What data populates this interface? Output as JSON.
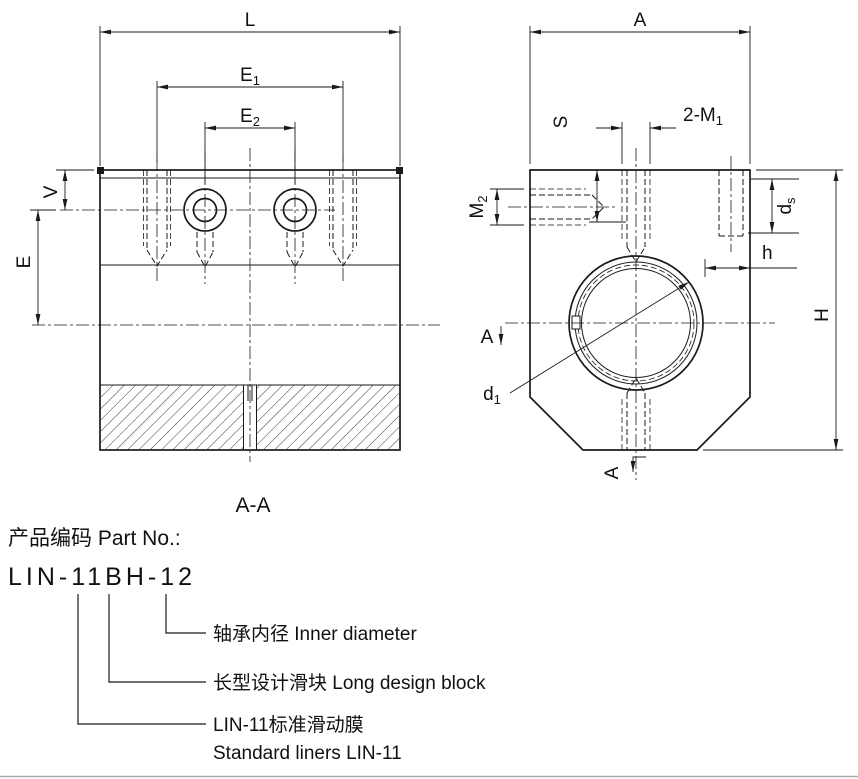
{
  "dims": {
    "L": "L",
    "E1": {
      "base": "E",
      "sub": "1"
    },
    "E2": {
      "base": "E",
      "sub": "2"
    },
    "V": "V",
    "E": "E",
    "A": "A",
    "S": "S",
    "M1": {
      "base": "2-M",
      "sub": "1"
    },
    "M2": {
      "base": "M",
      "sub": "2"
    },
    "ds": {
      "base": "d",
      "sub": "s"
    },
    "h": "h",
    "H": "H",
    "d1": {
      "base": "d",
      "sub": "1"
    }
  },
  "section": {
    "label": "A-A",
    "arrow": "A"
  },
  "part": {
    "heading": "产品编码 Part No.:",
    "number": "LIN-11BH-12",
    "callouts": [
      {
        "label": "轴承内径 Inner diameter"
      },
      {
        "label": "长型设计滑块 Long design block"
      },
      {
        "label": "LIN-11标准滑动膜",
        "label2": "Standard liners LIN-11"
      }
    ]
  }
}
